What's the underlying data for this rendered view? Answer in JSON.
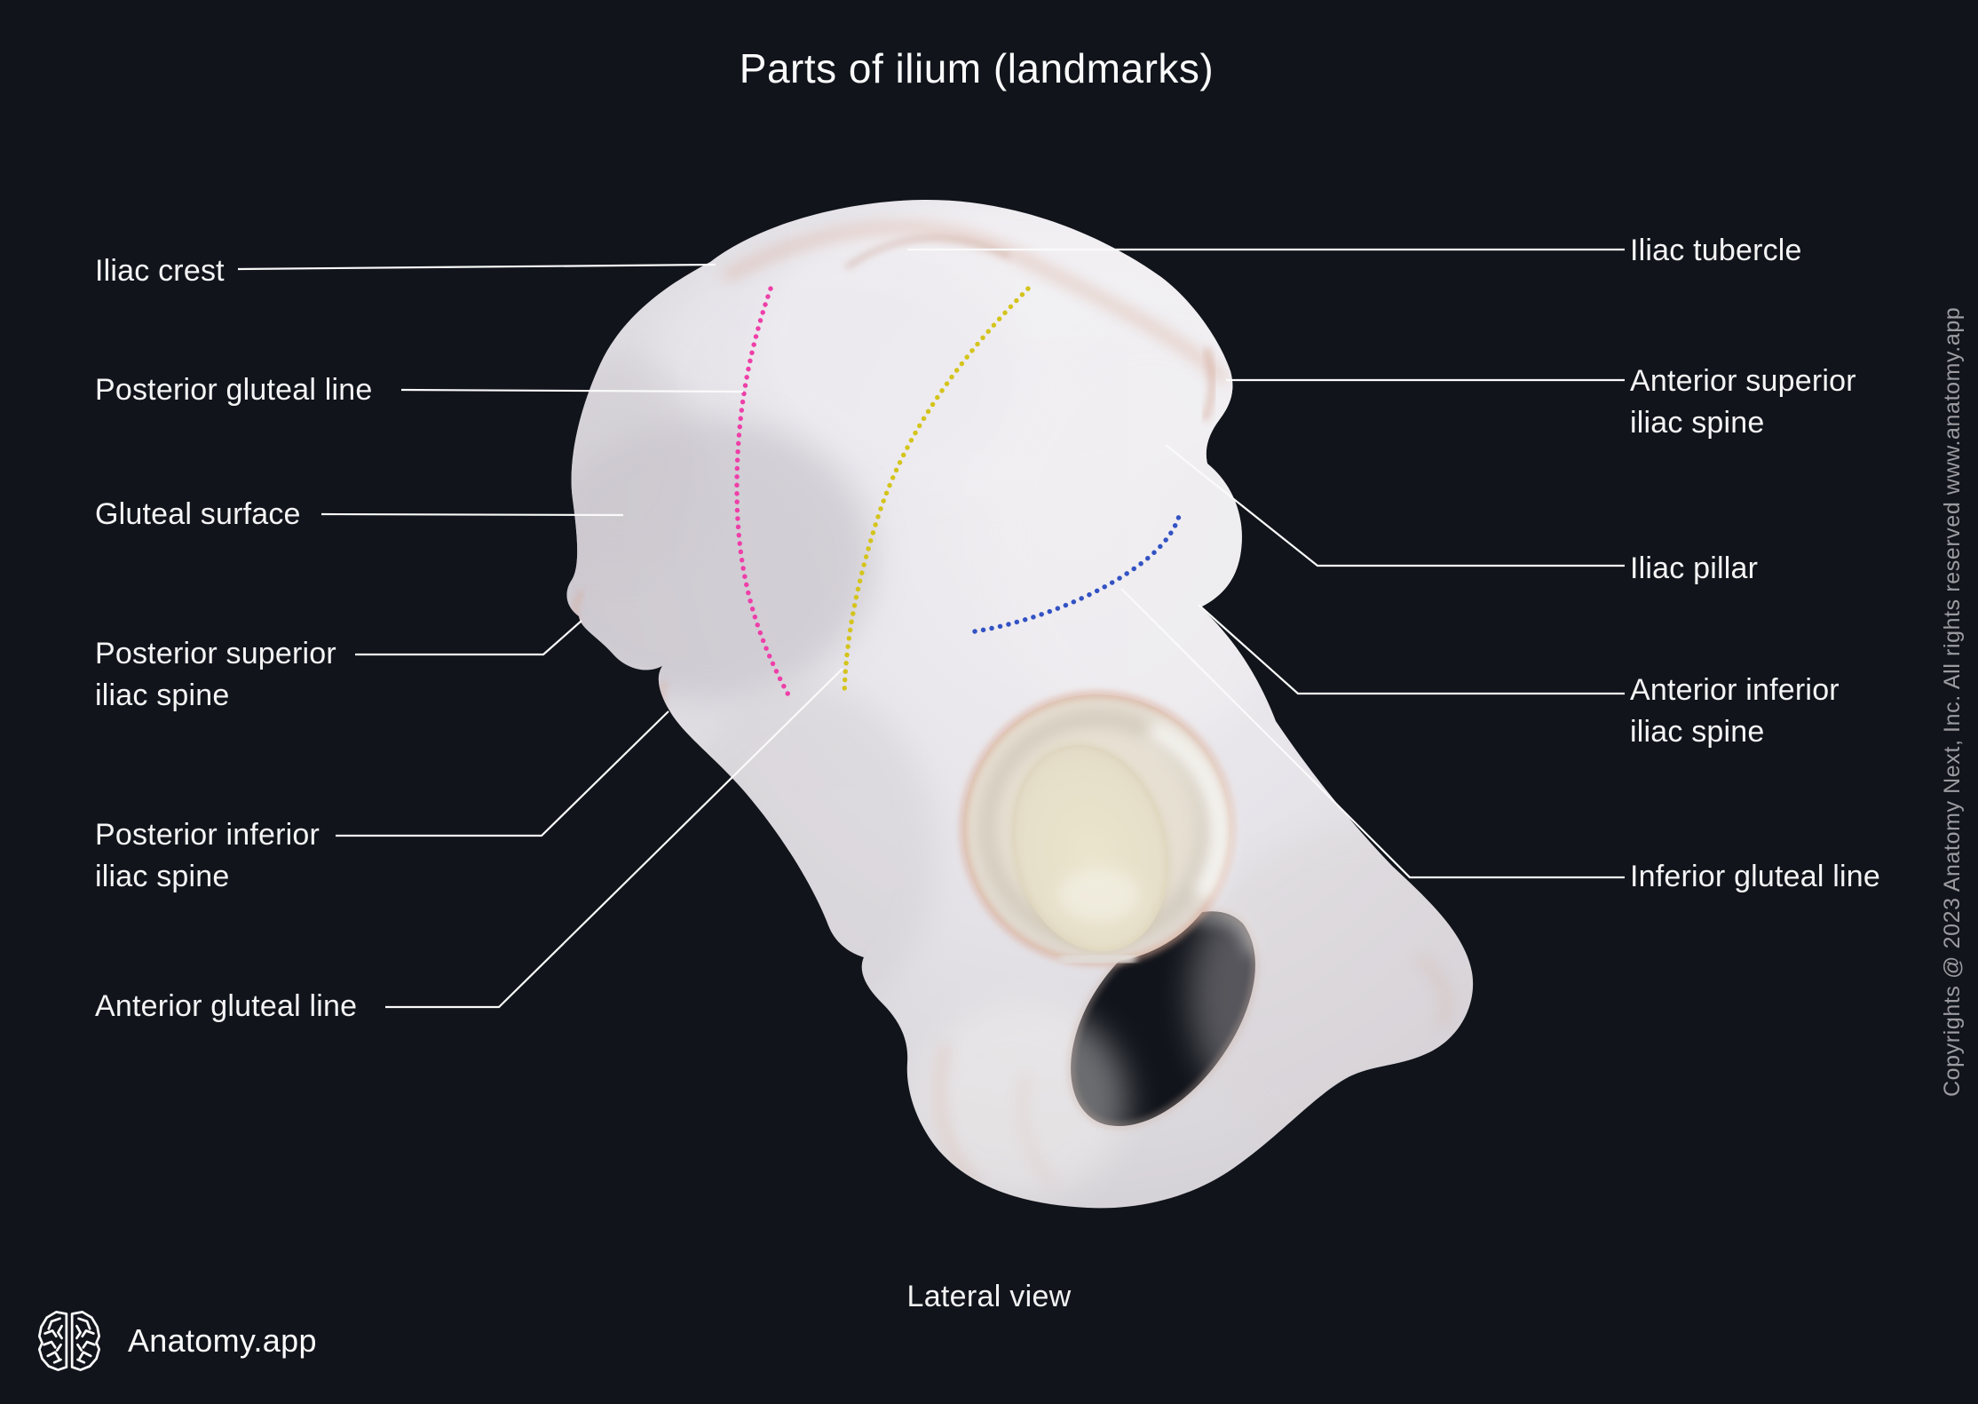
{
  "meta": {
    "title": "Parts of ilium (landmarks)",
    "view_label": "Lateral view"
  },
  "brand": {
    "name": "Anatomy.app",
    "logo_icon": "brain-icon"
  },
  "copyright": "Copyrights @ 2023 Anatomy Next, Inc. All rights reserved www.anatomy.app",
  "colors": {
    "background": "#11141b",
    "label_text": "#f4f4f5",
    "leader_line": "#fafafa",
    "posterior_gluteal_line_dots": "#ee3fa8",
    "anterior_gluteal_line_dots": "#d4c41c",
    "inferior_gluteal_line_dots": "#3352c4",
    "copyright_text": "#9b9ba0",
    "bone_light": "#f1eff2",
    "bone_shadow": "#c9c5cb",
    "bone_pink_accent": "#d9a995"
  },
  "annotations": {
    "left": [
      {
        "id": "iliac-crest",
        "text": "Iliac crest"
      },
      {
        "id": "posterior-gluteal-line",
        "text": "Posterior gluteal line"
      },
      {
        "id": "gluteal-surface",
        "text": "Gluteal surface"
      },
      {
        "id": "posterior-superior-iliac-spine",
        "text": "Posterior superior\niliac spine"
      },
      {
        "id": "posterior-inferior-iliac-spine",
        "text": "Posterior inferior\niliac spine"
      },
      {
        "id": "anterior-gluteal-line",
        "text": "Anterior gluteal line"
      }
    ],
    "right": [
      {
        "id": "iliac-tubercle",
        "text": "Iliac tubercle"
      },
      {
        "id": "anterior-superior-iliac-spine",
        "text": "Anterior superior\niliac spine"
      },
      {
        "id": "iliac-pillar",
        "text": "Iliac pillar"
      },
      {
        "id": "anterior-inferior-iliac-spine",
        "text": "Anterior inferior\niliac spine"
      },
      {
        "id": "inferior-gluteal-line",
        "text": "Inferior gluteal line"
      }
    ]
  }
}
